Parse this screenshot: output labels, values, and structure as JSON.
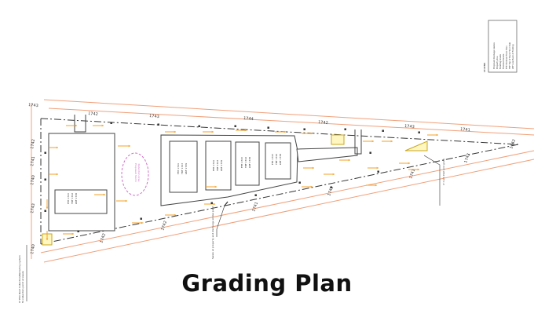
{
  "caption": "Grading Plan",
  "colors": {
    "property_line": "#f0a07a",
    "centerline": "#333333",
    "structure": "#444444",
    "flow_arrow": "#f4a124",
    "swale": "#c8a820",
    "detention": "#d070c8",
    "text": "#333333"
  },
  "legend": {
    "title": "LEGEND",
    "items": [
      "Proposed drainage swales",
      "Property line",
      "Existing Grade",
      "Finished Grade",
      "FFE  Finished Floor Elev.",
      "TBF  Top of Back Floor Slab",
      "LBF  Low Back of Footing"
    ]
  },
  "detention_label": [
    "Proposed Storm",
    "Detention Area"
  ],
  "building_labels": [
    [
      "FFE 1743",
      "TBF 1742",
      "LBF 1738"
    ],
    [
      "FFE 1744",
      "TBF 1743",
      "LBF 1739"
    ],
    [
      "FFE 1744",
      "TBF 1743",
      "LBF 1739"
    ],
    [
      "FFE 1743",
      "TBF 1742",
      "LBF 1738"
    ],
    [
      "FFE 1743",
      "TBF 1742",
      "LBF 1738"
    ]
  ],
  "grade_labels": [
    "1743",
    "1742",
    "1743",
    "1744",
    "1742",
    "1743",
    "1741",
    "1742",
    "1741",
    "1740",
    "1743",
    "1742",
    "1742",
    "1741",
    "1741",
    "1741",
    "1743",
    "1742",
    "1740"
  ],
  "callouts": [
    "4' Curb Inlet and grate",
    "Swale at property and discharge at low point",
    "6\" PVC Roof Collection/Rerouting system",
    "To collection point at swale"
  ]
}
